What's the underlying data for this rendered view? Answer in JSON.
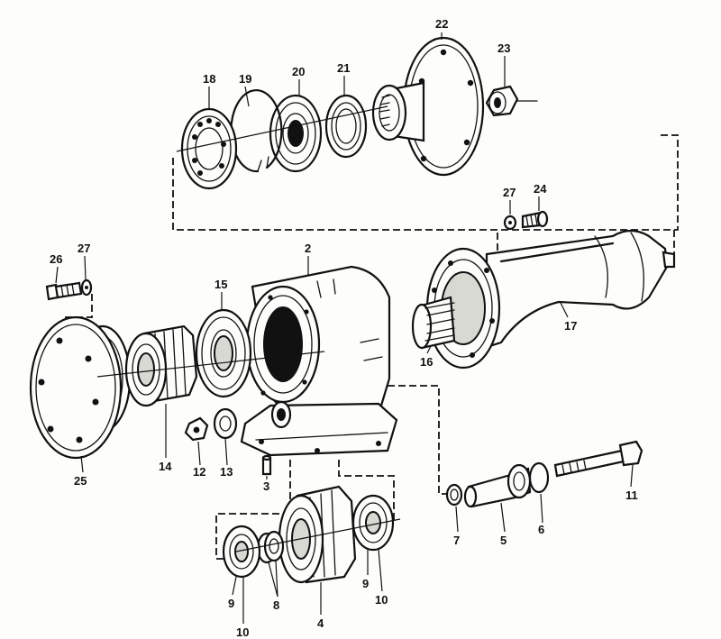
{
  "callouts": [
    {
      "id": "2",
      "part": "housing"
    },
    {
      "id": "3",
      "part": "dowel-pin"
    },
    {
      "id": "4",
      "part": "idler-gear"
    },
    {
      "id": "5",
      "part": "idler-shaft"
    },
    {
      "id": "6",
      "part": "o-ring"
    },
    {
      "id": "7",
      "part": "washer"
    },
    {
      "id": "8",
      "part": "shim-washers"
    },
    {
      "id": "9",
      "part": "bearing-left"
    },
    {
      "id": "9",
      "part": "bearing-right"
    },
    {
      "id": "10",
      "part": "bearing-cup-left"
    },
    {
      "id": "10",
      "part": "bearing-cup-right"
    },
    {
      "id": "11",
      "part": "through-bolt"
    },
    {
      "id": "12",
      "part": "nut"
    },
    {
      "id": "13",
      "part": "spacer"
    },
    {
      "id": "14",
      "part": "drive-gear"
    },
    {
      "id": "15",
      "part": "ball-bearing"
    },
    {
      "id": "16",
      "part": "splined-end"
    },
    {
      "id": "17",
      "part": "extension-housing"
    },
    {
      "id": "18",
      "part": "ball-bearing-large"
    },
    {
      "id": "19",
      "part": "circlip"
    },
    {
      "id": "20",
      "part": "ball-bearing-small"
    },
    {
      "id": "21",
      "part": "seal"
    },
    {
      "id": "22",
      "part": "output-flange"
    },
    {
      "id": "23",
      "part": "flange-nut"
    },
    {
      "id": "24",
      "part": "bolt-upper"
    },
    {
      "id": "25",
      "part": "end-cover"
    },
    {
      "id": "26",
      "part": "bolt-left"
    },
    {
      "id": "27",
      "part": "washer-upper"
    },
    {
      "id": "27",
      "part": "washer-left"
    }
  ]
}
